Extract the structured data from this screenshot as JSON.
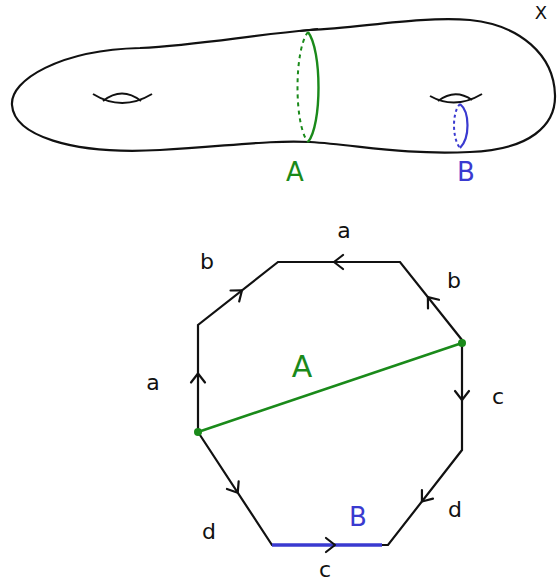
{
  "diagram": {
    "labels": [
      "X",
      "A",
      "B",
      "a",
      "b",
      "b",
      "a",
      "c",
      "A",
      "d",
      "d",
      "B",
      "c"
    ]
  }
}
